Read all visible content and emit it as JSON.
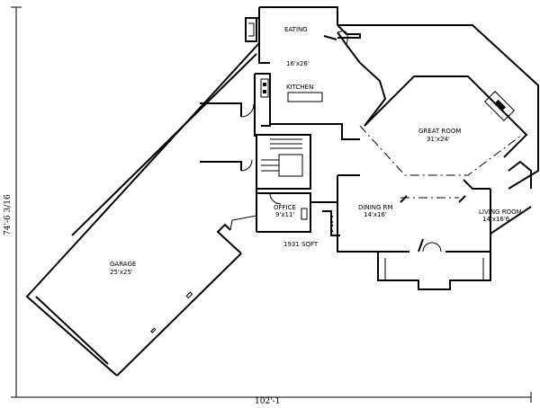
{
  "rooms": {
    "eating": {
      "name": "EATING",
      "size": "16'x26'"
    },
    "kitchen": {
      "name": "KITCHEN"
    },
    "great_room": {
      "name": "GREAT ROOM",
      "size": "31'x24'"
    },
    "dining": {
      "name": "DINING RM",
      "size": "14'x16'"
    },
    "living": {
      "name": "LIVING ROOM",
      "size": "14'x16'6"
    },
    "office": {
      "name": "OFFICE",
      "size": "9'x11'"
    },
    "garage": {
      "name": "GARAGE",
      "size": "25'x25'"
    }
  },
  "area": "1931 SQFT",
  "dimensions": {
    "width": "102'-1",
    "depth": "74'-6 3/16"
  }
}
